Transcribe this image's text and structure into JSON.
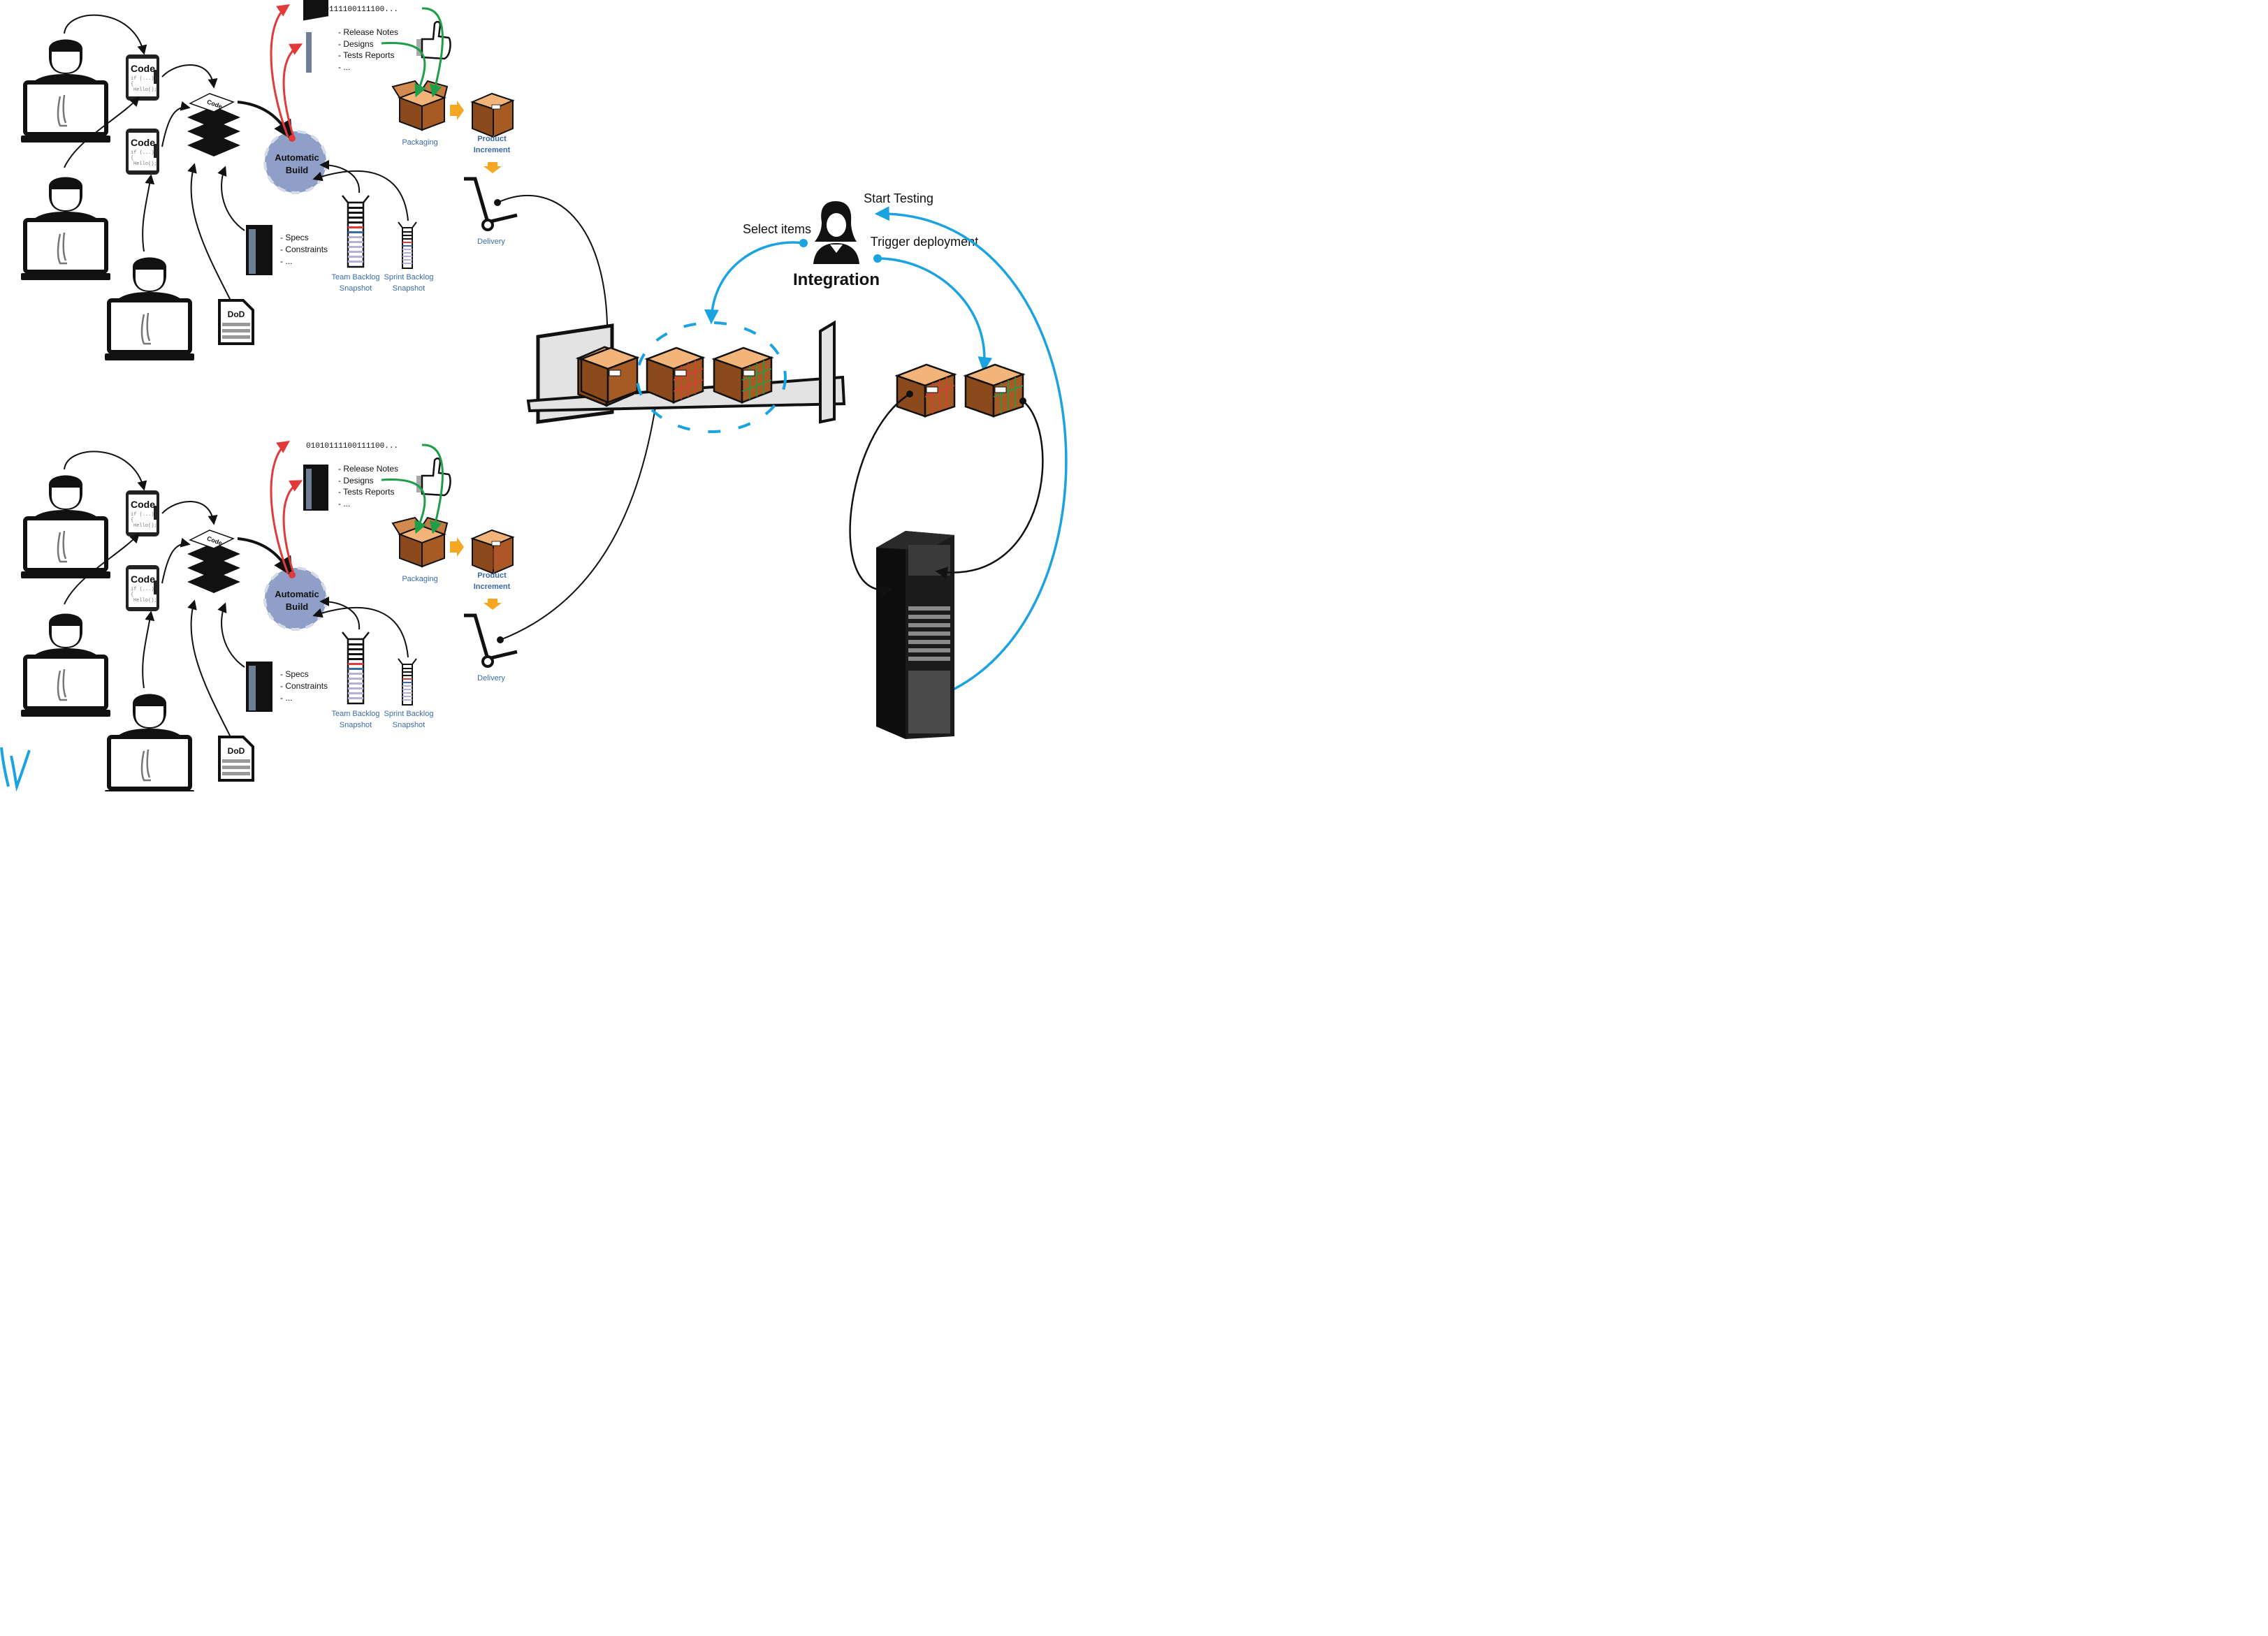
{
  "pipelines": [
    {
      "id": "team-a",
      "code_label": "Code",
      "code_line1": "if (...)",
      "code_line2": "{",
      "code_line3": "Hello();",
      "artifact_stack_label": "Code",
      "build_line1": "Automatic",
      "build_line2": "Build",
      "binary": "01010111100111100...",
      "docs": [
        "- Release Notes",
        "- Designs",
        "- Tests Reports",
        "- ..."
      ],
      "specs": [
        "- Specs",
        "- Constraints",
        "- ..."
      ],
      "dod_label": "DoD",
      "packaging_label": "Packaging",
      "product_increment_line1": "Product",
      "product_increment_line2": "Increment",
      "delivery_label": "Delivery",
      "team_backlog_line1": "Team Backlog",
      "team_backlog_line2": "Snapshot",
      "sprint_backlog_line1": "Sprint Backlog",
      "sprint_backlog_line2": "Snapshot"
    },
    {
      "id": "team-b",
      "code_label": "Code",
      "code_line1": "if (...)",
      "code_line2": "{",
      "code_line3": "Hello();",
      "artifact_stack_label": "Code",
      "build_line1": "Automatic",
      "build_line2": "Build",
      "binary": "01010111100111100...",
      "docs": [
        "- Release Notes",
        "- Designs",
        "- Tests Reports",
        "- ..."
      ],
      "specs": [
        "- Specs",
        "- Constraints",
        "- ..."
      ],
      "dod_label": "DoD",
      "packaging_label": "Packaging",
      "product_increment_line1": "Product",
      "product_increment_line2": "Increment",
      "delivery_label": "Delivery",
      "team_backlog_line1": "Team Backlog",
      "team_backlog_line2": "Snapshot",
      "sprint_backlog_line1": "Sprint Backlog",
      "sprint_backlog_line2": "Snapshot"
    }
  ],
  "integration": {
    "title": "Integration",
    "select_items": "Select items",
    "start_testing": "Start Testing",
    "trigger_deployment": "Trigger deployment"
  },
  "colors": {
    "flow_black": "#111111",
    "release_red": "#e03a3a",
    "approval_green": "#1f9e4a",
    "integration_blue": "#1aa3e0",
    "caption_blue": "#3b6aa8",
    "box_face": "#f3b47a",
    "box_side": "#9a5a2a",
    "gear": "#8f9fc8",
    "arrow_orange": "#f5a623",
    "shelf_grey": "#e3e3e3"
  }
}
